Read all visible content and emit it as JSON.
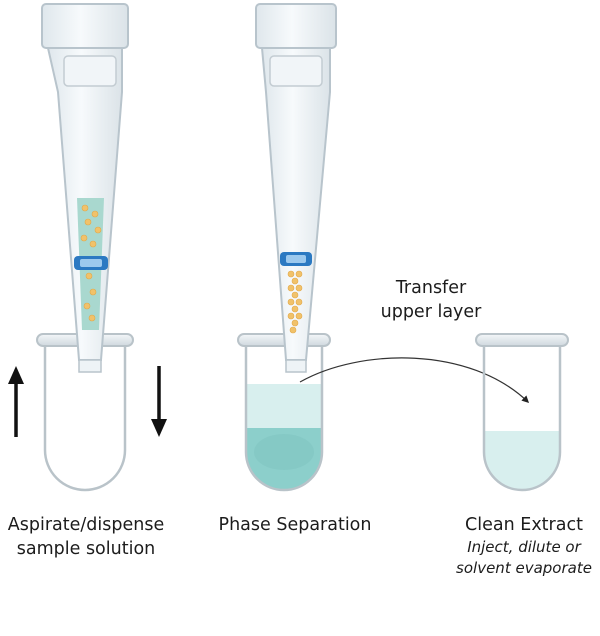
{
  "steps": [
    {
      "id": "aspirate",
      "caption_line1": "Aspirate/dispense",
      "caption_line2": "sample solution"
    },
    {
      "id": "separation",
      "caption_line1": "Phase Separation"
    },
    {
      "id": "extract",
      "caption_line1": "Clean Extract",
      "note_line1": "Inject, dilute or",
      "note_line2": "solvent evaporate"
    }
  ],
  "transfer": {
    "line1": "Transfer",
    "line2": "upper layer"
  },
  "colors": {
    "tip_outline": "#b8c4cc",
    "tip_fill": "#eef3f6",
    "sorbent_liquid": "#a9d8cf",
    "beads": "#f1c26a",
    "filter_ring": "#2b79c2",
    "upper_layer": "#d8efee",
    "lower_layer": "#8ccfcb",
    "arrow": "#111111"
  },
  "icons": [
    "up-arrow-icon",
    "down-arrow-icon",
    "curved-arrow-icon"
  ]
}
